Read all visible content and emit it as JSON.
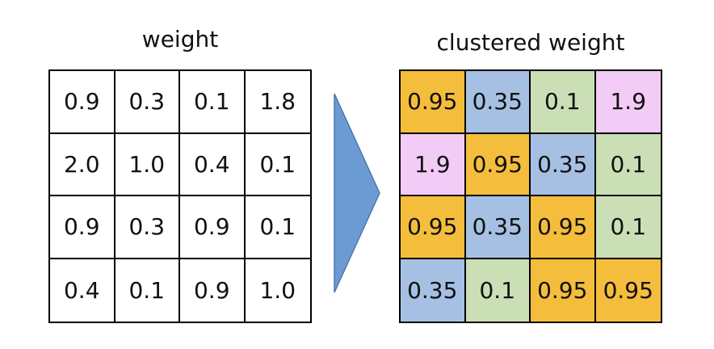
{
  "left_panel": {
    "title": "weight",
    "rows": [
      [
        "0.9",
        "0.3",
        "0.1",
        "1.8"
      ],
      [
        "2.0",
        "1.0",
        "0.4",
        "0.1"
      ],
      [
        "0.9",
        "0.3",
        "0.9",
        "0.1"
      ],
      [
        "0.4",
        "0.1",
        "0.9",
        "1.0"
      ]
    ]
  },
  "right_panel": {
    "title": "clustered weight",
    "rows": [
      [
        "0.95",
        "0.35",
        "0.1",
        "1.9"
      ],
      [
        "1.9",
        "0.95",
        "0.35",
        "0.1"
      ],
      [
        "0.95",
        "0.35",
        "0.95",
        "0.1"
      ],
      [
        "0.35",
        "0.1",
        "0.95",
        "0.95"
      ]
    ],
    "cluster_colors": {
      "0.95": "#f4bd3c",
      "0.35": "#a5c0e3",
      "0.1": "#cadfb6",
      "1.9": "#f2cbf7"
    }
  },
  "arrow": {
    "icon": "right-arrow-icon",
    "color": "#6b9bd2",
    "stroke": "#4a78ad"
  }
}
